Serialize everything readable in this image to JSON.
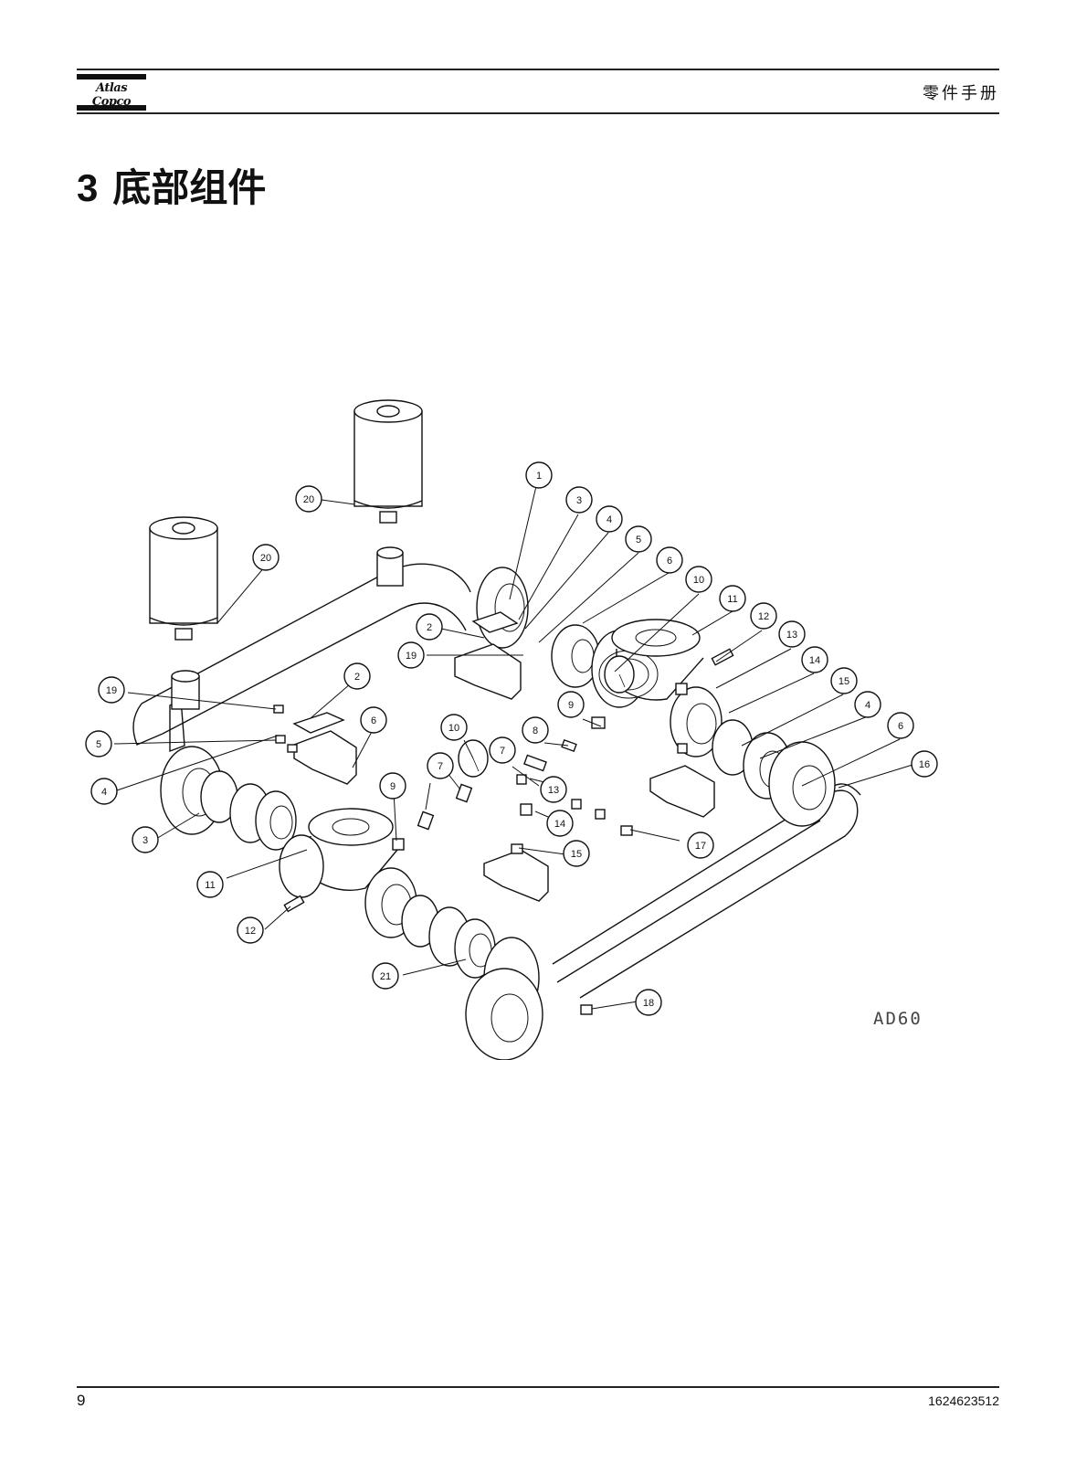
{
  "header": {
    "logo_text": "Atlas Copco",
    "doc_type": "零件手册"
  },
  "section": {
    "number": "3",
    "title": "底部组件"
  },
  "diagram": {
    "model_label": "AD60",
    "callouts": [
      {
        "id": "c1",
        "label": "1"
      },
      {
        "id": "c2",
        "label": "3"
      },
      {
        "id": "c3",
        "label": "4"
      },
      {
        "id": "c4",
        "label": "5"
      },
      {
        "id": "c5",
        "label": "6"
      },
      {
        "id": "c6",
        "label": "10"
      },
      {
        "id": "c7",
        "label": "11"
      },
      {
        "id": "c8",
        "label": "12"
      },
      {
        "id": "c9",
        "label": "13"
      },
      {
        "id": "c10",
        "label": "14"
      },
      {
        "id": "c11",
        "label": "15"
      },
      {
        "id": "c12",
        "label": "4"
      },
      {
        "id": "c13",
        "label": "6"
      },
      {
        "id": "c14",
        "label": "16"
      },
      {
        "id": "c15",
        "label": "2"
      },
      {
        "id": "c16",
        "label": "19"
      },
      {
        "id": "c17",
        "label": "9"
      },
      {
        "id": "c18",
        "label": "8"
      },
      {
        "id": "c19",
        "label": "7"
      },
      {
        "id": "c20",
        "label": "7"
      },
      {
        "id": "c21",
        "label": "10"
      },
      {
        "id": "c22",
        "label": "8"
      },
      {
        "id": "c23",
        "label": "13"
      },
      {
        "id": "c24",
        "label": "14"
      },
      {
        "id": "c25",
        "label": "17"
      },
      {
        "id": "c26",
        "label": "15"
      },
      {
        "id": "c27",
        "label": "18"
      },
      {
        "id": "c28",
        "label": "21"
      },
      {
        "id": "c29",
        "label": "12"
      },
      {
        "id": "c30",
        "label": "11"
      },
      {
        "id": "c31",
        "label": "3"
      },
      {
        "id": "c32",
        "label": "4"
      },
      {
        "id": "c33",
        "label": "5"
      },
      {
        "id": "c34",
        "label": "19"
      },
      {
        "id": "c35",
        "label": "2"
      },
      {
        "id": "c36",
        "label": "6"
      },
      {
        "id": "c37",
        "label": "9"
      },
      {
        "id": "c38",
        "label": "20"
      },
      {
        "id": "c39",
        "label": "20"
      }
    ]
  },
  "footer": {
    "page_number": "9",
    "doc_number": "1624623512"
  }
}
